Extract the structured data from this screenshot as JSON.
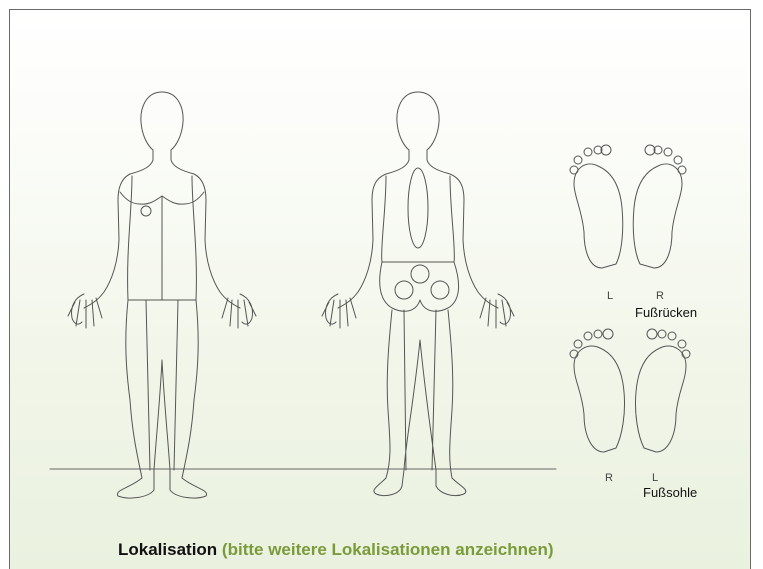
{
  "foot_views": {
    "top": {
      "left_label": "L",
      "right_label": "R",
      "title": "Fußrücken"
    },
    "bottom": {
      "left_label": "R",
      "right_label": "L",
      "title": "Fußsohle"
    }
  },
  "caption": {
    "main": "Lokalisation",
    "hint": "(bitte weitere Lokalisationen anzeichnen)"
  },
  "colors": {
    "line": "#555555",
    "hint": "#7a9b3a",
    "background": "#eef4e4"
  }
}
